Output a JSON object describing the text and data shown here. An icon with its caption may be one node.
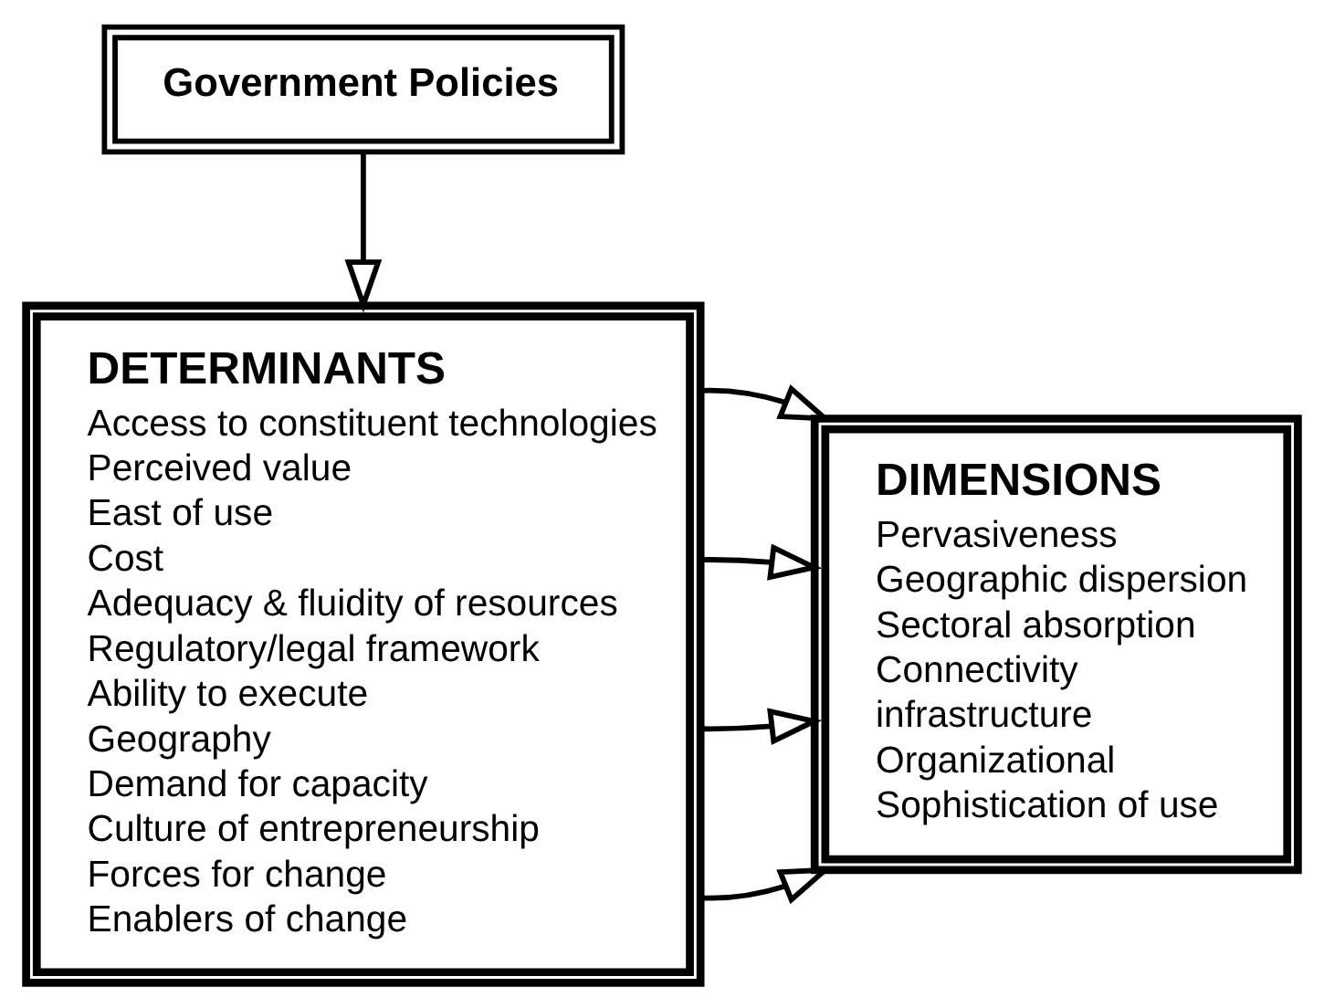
{
  "diagram": {
    "nodes": [
      {
        "text": [
          "Government Policies"
        ]
      },
      {
        "text": [
          "DETERMINANTS",
          "Access to constituent technologies",
          "Perceived value",
          "East of use",
          "Cost",
          "Adequacy & fluidity of resources",
          "Regulatory/legal framework",
          "Ability to execute",
          "Geography",
          "Demand for capacity",
          "Culture of entrepreneurship",
          "Forces for change",
          "Enablers of change"
        ]
      },
      {
        "text": [
          "DIMENSIONS",
          "Pervasiveness",
          "Geographic dispersion",
          "Sectoral absorption",
          "Connectivity",
          "infrastructure",
          "Organizational",
          "Sophistication of use"
        ]
      }
    ],
    "edges": [
      {
        "from": 0,
        "to": 1,
        "arrow": "to"
      },
      {
        "from": 1,
        "to": 2,
        "arrow": "to"
      },
      {
        "from": 1,
        "to": 2,
        "arrow": "to"
      },
      {
        "from": 1,
        "to": 2,
        "arrow": "to"
      },
      {
        "from": 1,
        "to": 2,
        "arrow": "to"
      }
    ]
  }
}
